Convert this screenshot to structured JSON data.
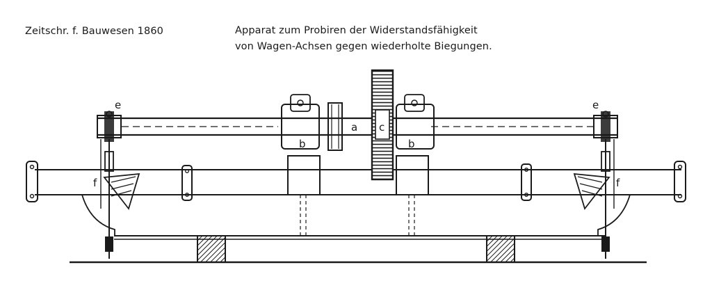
{
  "header": {
    "citation": "Zeitschr. f. Bauwesen 1860",
    "title_line_1": "Apparat zum Probiren der Widerstandsfähigkeit",
    "title_line_2": "von Wagen-Achsen gegen wiederholte Biegungen."
  },
  "labels": {
    "a": "a",
    "b": "b",
    "c": "c",
    "e": "e",
    "f": "f"
  },
  "colors": {
    "ink": "#1a1a1a",
    "background": "#ffffff"
  }
}
